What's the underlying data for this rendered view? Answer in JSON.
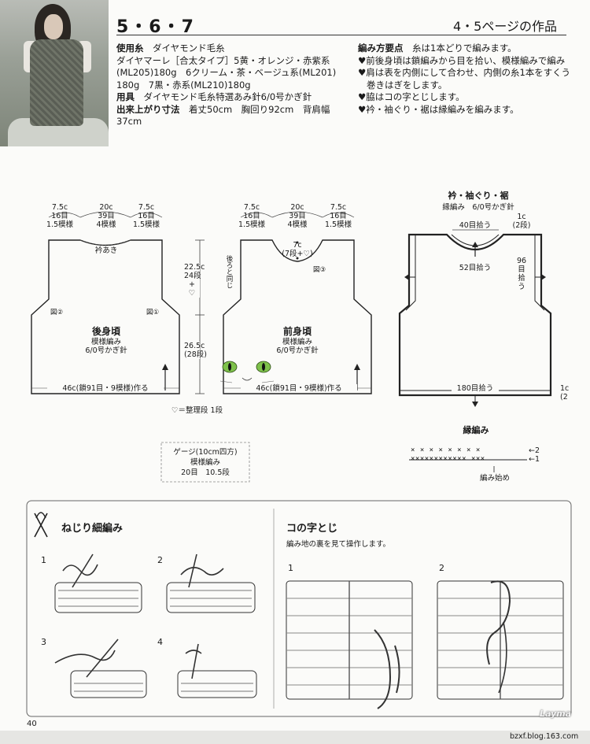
{
  "header": {
    "pattern_numbers": "5・6・7",
    "page_ref": "4・5ページの作品"
  },
  "materials": {
    "yarn_label": "使用糸",
    "yarn_brand": "ダイヤモンド毛糸",
    "yarn_line1": "ダイヤマーレ［合太タイプ］5黄・オレンジ・赤紫系",
    "yarn_line2": "(ML205)180g　6クリーム・茶・ベージュ系(ML201)",
    "yarn_line3": "180g　7黒・赤系(ML210)180g",
    "tools_label": "用具",
    "tools_value": "ダイヤモンド毛糸特選あみ針6/0号かぎ針",
    "size_label": "出来上がり寸法",
    "size_value": "着丈50cm　胸回り92cm　背肩幅37cm"
  },
  "points": {
    "title": "編み方要点",
    "intro": "糸は1本どりで編みます。",
    "p1": "♥前後身頃は鎖編みから目を拾い、模様編みで編み",
    "p2": "♥肩は表を内側にして合わせ、内側の糸1本をすくう",
    "p2b": "巻きはぎをします。",
    "p3": "♥脇はコの字とじします。",
    "p4": "♥衿・袖ぐり・裾は縁編みを編みます。"
  },
  "back": {
    "top_left": [
      "7.5c",
      "16目",
      "1.5模様"
    ],
    "top_mid": [
      "20c",
      "39目",
      "4模様"
    ],
    "top_right": [
      "7.5c",
      "16目",
      "1.5模様"
    ],
    "neck": "衿あき",
    "fig_left": "図②",
    "fig_right": "図①",
    "name": "後身頃",
    "stitch": "模様編み",
    "hook": "6/0号かぎ針",
    "bottom": "46c(鎖91目・9模様)作る"
  },
  "side": {
    "upper": [
      "22.5c",
      "24段",
      "+",
      "♡"
    ],
    "lower": [
      "26.5c",
      "(28段)"
    ]
  },
  "front": {
    "top_left": [
      "7.5c",
      "16目",
      "1.5模様"
    ],
    "top_mid": [
      "20c",
      "39目",
      "4模様"
    ],
    "top_right": [
      "7.5c",
      "16目",
      "1.5模様"
    ],
    "neck_depth": [
      "7c",
      "(7段+♡)"
    ],
    "fig_right": "図③",
    "same_as_back": "後ろと同じ",
    "name": "前身頃",
    "stitch": "模様編み",
    "hook": "6/0号かぎ針",
    "bottom": "46c(鎖91目・9模様)作る"
  },
  "heart_note": "♡＝整理段 1段",
  "gauge": {
    "line1": "ゲージ(10cm四方)",
    "line2": "模様編み",
    "line3": "20目　10.5段"
  },
  "edging": {
    "title": "衿・袖ぐり・裾",
    "subtitle": "縁編み　6/0号かぎ針",
    "neck_pick": "40目拾う",
    "front_pick": "52目拾う",
    "width": [
      "1c",
      "(2段)"
    ],
    "armhole_pick": [
      "96",
      "目",
      "拾",
      "う"
    ],
    "hem_pick": "180目拾う",
    "cut_right": [
      "1c",
      "(2"
    ]
  },
  "edge_chart": {
    "title": "縁編み",
    "row2": "× × × × × × × ×",
    "row1": "×××××××××××× ×××",
    "marker2": "←2",
    "marker1": "←1",
    "start": "編み始め"
  },
  "technique1": {
    "title": "ねじり細編み",
    "steps": [
      "1",
      "2",
      "3",
      "4"
    ]
  },
  "technique2": {
    "title": "コの字とじ",
    "desc": "編み地の裏を見て操作します。",
    "steps": [
      "1",
      "2"
    ]
  },
  "footer": {
    "page_number": "40",
    "signature": "Layma",
    "site": "bzxf.blog.163.com"
  }
}
